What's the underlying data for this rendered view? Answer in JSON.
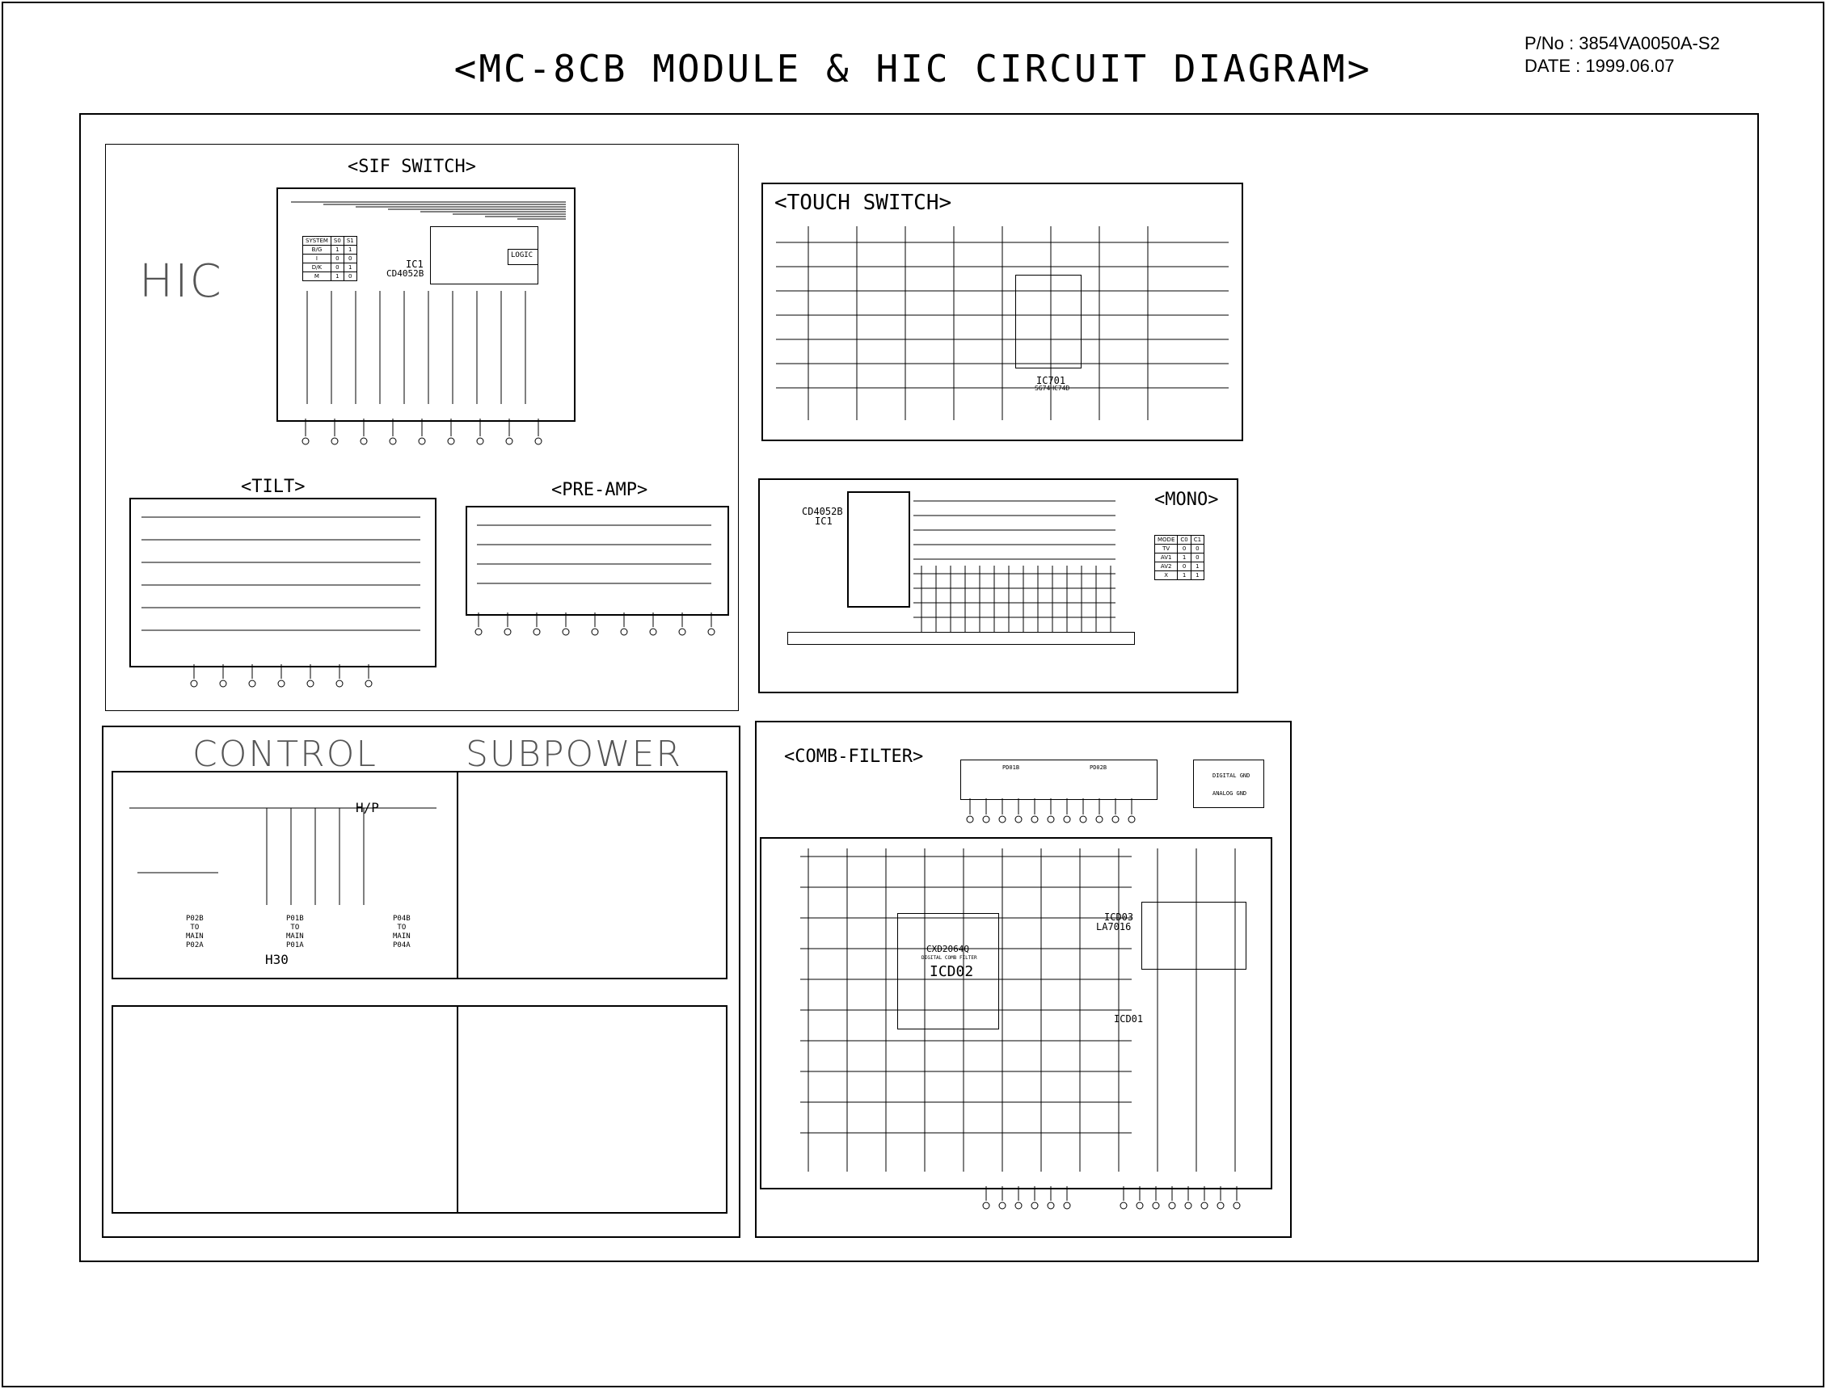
{
  "header": {
    "title": "<MC-8CB MODULE & HIC CIRCUIT DIAGRAM>",
    "part_number": "P/No : 3854VA0050A-S2",
    "date": "DATE : 1999.06.07"
  },
  "sections": {
    "hic_label": "HIC",
    "sif_switch": "<SIF SWITCH>",
    "tilt": "<TILT>",
    "pre_amp": "<PRE-AMP>",
    "touch_switch": "<TOUCH SWITCH>",
    "mono": "<MONO>",
    "control": "CONTROL",
    "subpower": "SUBPOWER",
    "comb_filter": "<COMB-FILTER>"
  },
  "parts": {
    "sif_ic": "IC1",
    "sif_ic_part": "CD4052B",
    "sif_logic": "LOGIC",
    "touch_ic": "IC701",
    "touch_ic_part": "SG74HC74D",
    "mono_ic_part": "CD4052B",
    "mono_ic": "IC1",
    "comb_ic_part": "CXD2064Q",
    "comb_ic_desc": "DIGITAL COMB FILTER",
    "comb_ic": "ICD02",
    "comb_ic3": "ICD03",
    "comb_ic3_part": "LA7016",
    "comb_ic1": "ICD01",
    "control_ref": "H30",
    "hp_label": "H/P",
    "control_conn1": [
      "P02B",
      "TO",
      "MAIN",
      "P02A"
    ],
    "control_conn2": [
      "P01B",
      "TO",
      "MAIN",
      "P01A"
    ],
    "control_conn3": [
      "P04B",
      "TO",
      "MAIN",
      "P04A"
    ],
    "comb_conn_top": [
      "PD01B",
      "PD02B"
    ],
    "comb_legend_digital": "DIGITAL GND",
    "comb_legend_analog": "ANALOG GND"
  },
  "sif_table": [
    [
      "SYSTEM",
      "S0",
      "S1"
    ],
    [
      "B/G",
      "1",
      "1"
    ],
    [
      "I",
      "0",
      "0"
    ],
    [
      "D/K",
      "0",
      "1"
    ],
    [
      "M",
      "1",
      "0"
    ]
  ],
  "mono_table": [
    [
      "MODE",
      "C0",
      "C1"
    ],
    [
      "TV",
      "0",
      "0"
    ],
    [
      "AV1",
      "1",
      "0"
    ],
    [
      "AV2",
      "0",
      "1"
    ],
    [
      "X",
      "1",
      "1"
    ]
  ]
}
